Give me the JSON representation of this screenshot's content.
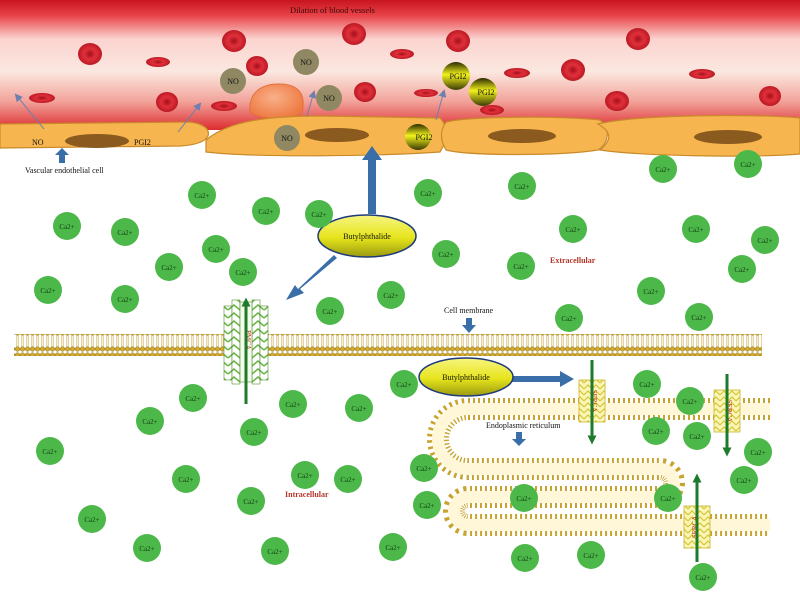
{
  "labels": {
    "vessel_title": "Dilation of blood vessels",
    "endothelial_cell": "Vascular endothelial cell",
    "butylphthalide": "Butylphthalide",
    "cell_membrane": "Cell membrane",
    "endoplasmic_reticulum": "Endoplasmic reticulum",
    "extracellular": "Extracellular",
    "intracellular": "Intracellular",
    "ca": "Ca2+",
    "no": "NO",
    "pgi2": "PGI2",
    "serca": "SERCA",
    "pmca": "PMCA"
  },
  "colors": {
    "vessel_red": "#d4192a",
    "blood_cell": "#d01a28",
    "endothelium": "#f6b54e",
    "nucleus": "#8a5a1e",
    "ca_green": "#4cb849",
    "no_olive": "#8f8862",
    "pgi2_yellow": "#ecec20",
    "drug_yellow": "#e9e820",
    "arrow_blue": "#3a6ea8",
    "arrow_green": "#1e7a2c",
    "membrane_gold": "#c8a42e",
    "label_red": "#b3352a"
  }
}
